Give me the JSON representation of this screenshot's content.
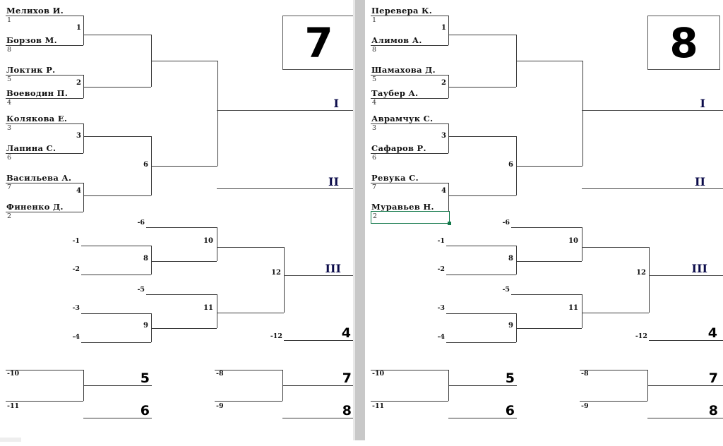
{
  "app": {
    "type": "spreadsheet-tournament-bracket",
    "selection_color": "#12784a"
  },
  "panels": [
    {
      "id": "left",
      "group_number": "7",
      "winners": {
        "round1": [
          {
            "name": "Мелихов И.",
            "seed": "1"
          },
          {
            "name": "Борзов М.",
            "seed": "8"
          },
          {
            "name": "Локтик Р.",
            "seed": "5"
          },
          {
            "name": "Воеводин П.",
            "seed": "4"
          },
          {
            "name": "Колякова Е.",
            "seed": "3"
          },
          {
            "name": "Лапина С.",
            "seed": "6"
          },
          {
            "name": "Васильева А.",
            "seed": "7"
          },
          {
            "name": "Финенко Д.",
            "seed": "2"
          }
        ],
        "match_numbers": [
          "1",
          "2",
          "3",
          "4"
        ],
        "semi_number": "6",
        "roman_first": "I",
        "roman_second": "II"
      },
      "losers": {
        "feed_left": [
          "-1",
          "-2",
          "-3",
          "-4"
        ],
        "feed_top": [
          "-6",
          "-5"
        ],
        "mid_numbers": [
          "8",
          "9"
        ],
        "upper_numbers": [
          "10",
          "11"
        ],
        "final_number": "12",
        "roman_third": "III",
        "fourth_feed": "-12",
        "place_fourth": "4"
      },
      "consolation": [
        {
          "feed_top": "-10",
          "feed_bottom": "-11",
          "place_top": "5",
          "place_bottom": "6"
        },
        {
          "feed_top": "-8",
          "feed_bottom": "-9",
          "place_top": "7",
          "place_bottom": "8"
        }
      ]
    },
    {
      "id": "right",
      "group_number": "8",
      "winners": {
        "round1": [
          {
            "name": "Перевера К.",
            "seed": "1"
          },
          {
            "name": "Алимов А.",
            "seed": "8"
          },
          {
            "name": "Шамахова Д.",
            "seed": "5"
          },
          {
            "name": "Таубер А.",
            "seed": "4"
          },
          {
            "name": "Аврамчук С.",
            "seed": "3"
          },
          {
            "name": "Сафаров Р.",
            "seed": "6"
          },
          {
            "name": "Ревука С.",
            "seed": "7"
          },
          {
            "name": "Муравьев Н.",
            "seed": "2"
          }
        ],
        "match_numbers": [
          "1",
          "2",
          "3",
          "4"
        ],
        "semi_number": "6",
        "roman_first": "I",
        "roman_second": "II"
      },
      "losers": {
        "feed_left": [
          "-1",
          "-2",
          "-3",
          "-4"
        ],
        "feed_top": [
          "-6",
          "-5"
        ],
        "mid_numbers": [
          "8",
          "9"
        ],
        "upper_numbers": [
          "10",
          "11"
        ],
        "final_number": "12",
        "roman_third": "III",
        "fourth_feed": "-12",
        "place_fourth": "4"
      },
      "consolation": [
        {
          "feed_top": "-10",
          "feed_bottom": "-11",
          "place_top": "5",
          "place_bottom": "6"
        },
        {
          "feed_top": "-8",
          "feed_bottom": "-9",
          "place_top": "7",
          "place_bottom": "8"
        }
      ],
      "selected_cell_value": "2"
    }
  ]
}
